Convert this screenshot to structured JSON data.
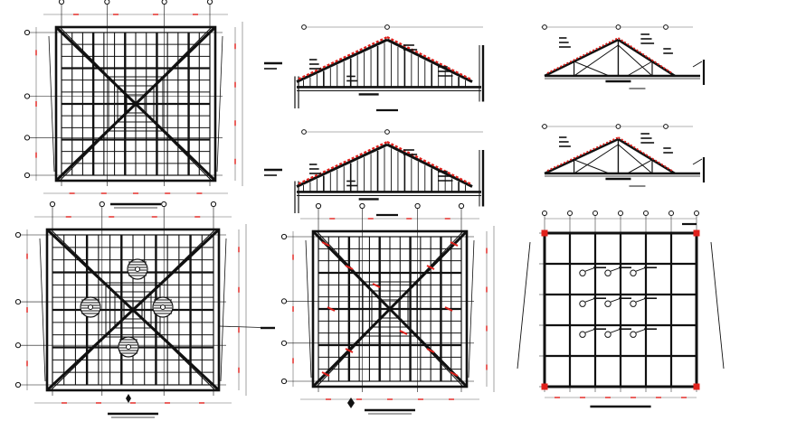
{
  "drawing": {
    "panels": [
      {
        "id": "roof-framing-plan-1",
        "kind": "hip-roof-plan"
      },
      {
        "id": "roof-section-1",
        "kind": "gable-section"
      },
      {
        "id": "truss-elevation-1",
        "kind": "truss-elevation"
      },
      {
        "id": "roof-section-2",
        "kind": "gable-section"
      },
      {
        "id": "truss-elevation-2",
        "kind": "truss-elevation"
      },
      {
        "id": "roof-framing-plan-2",
        "kind": "hip-roof-plan-with-fans"
      },
      {
        "id": "roof-framing-plan-3",
        "kind": "hip-roof-plan-with-marks"
      },
      {
        "id": "ceiling-grid-plan",
        "kind": "grid-plan"
      }
    ],
    "colors": {
      "ink": "#111111",
      "dimension_red": "#e0201b",
      "paper": "#ffffff",
      "grey_line": "#666666"
    }
  }
}
